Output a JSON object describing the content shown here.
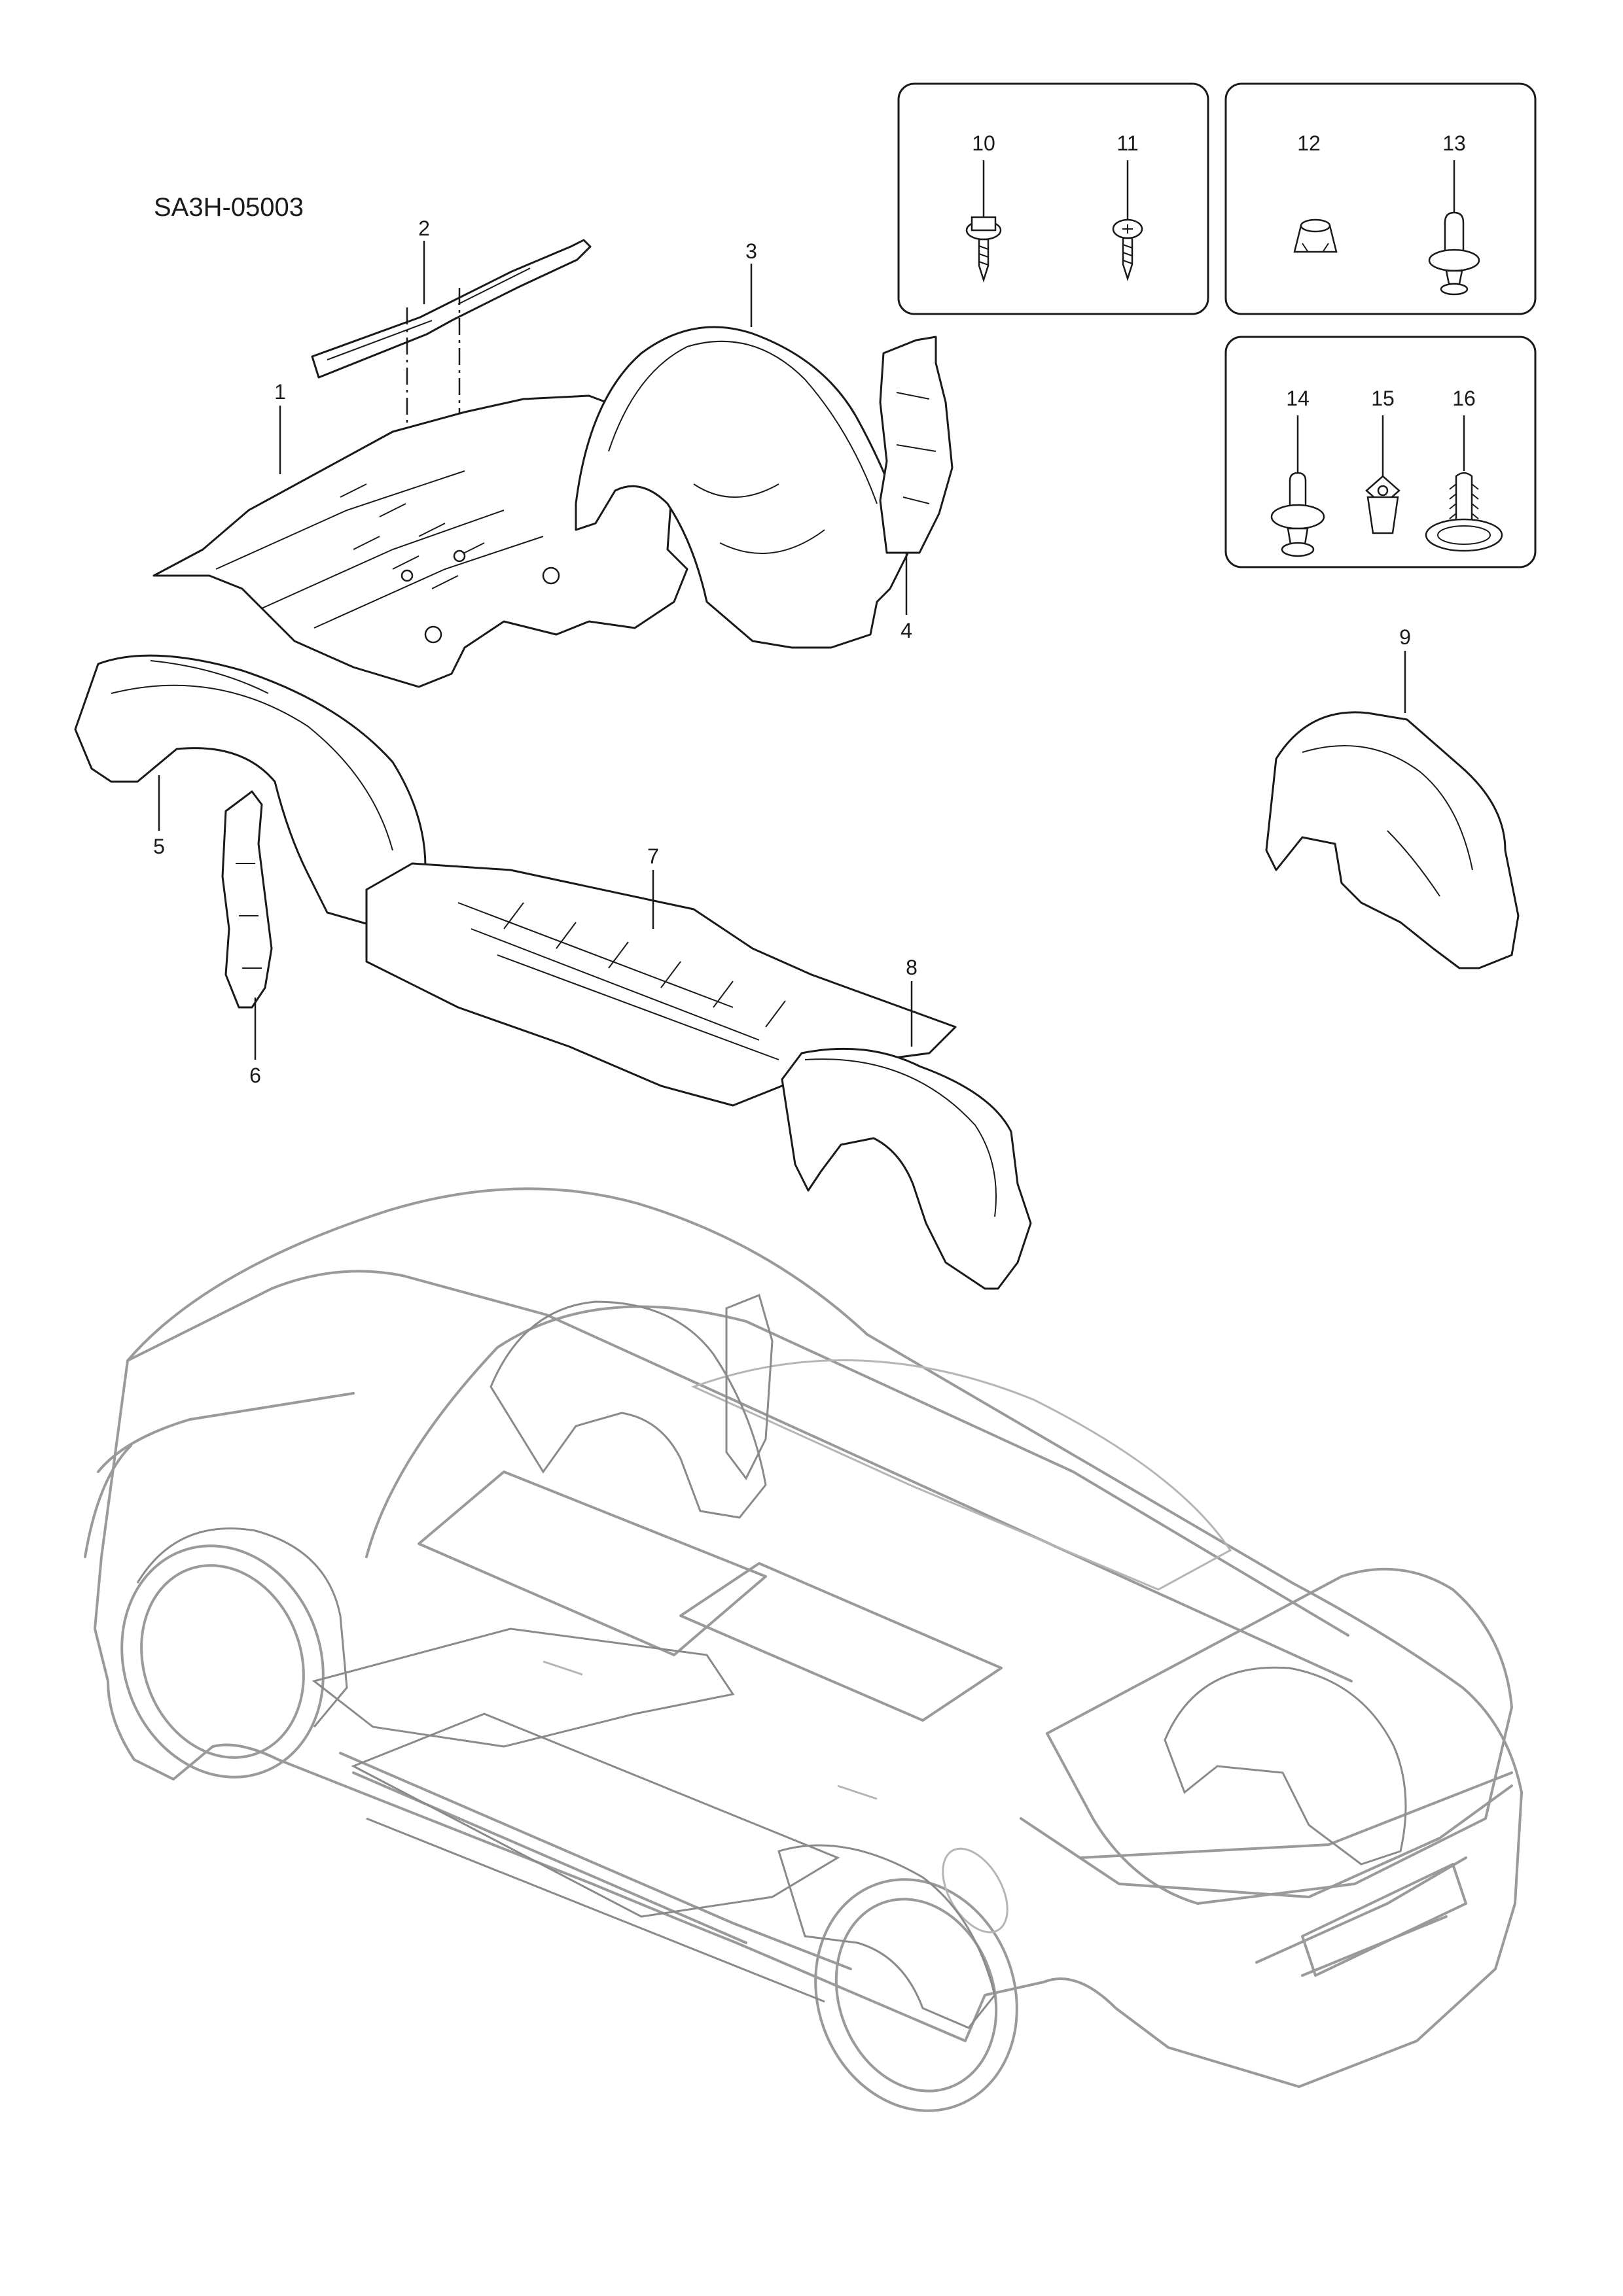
{
  "diagram": {
    "code": "SA3H-05003",
    "callouts": [
      "1",
      "2",
      "3",
      "4",
      "5",
      "6",
      "7",
      "8",
      "9",
      "10",
      "11",
      "12",
      "13",
      "14",
      "15",
      "16"
    ]
  }
}
